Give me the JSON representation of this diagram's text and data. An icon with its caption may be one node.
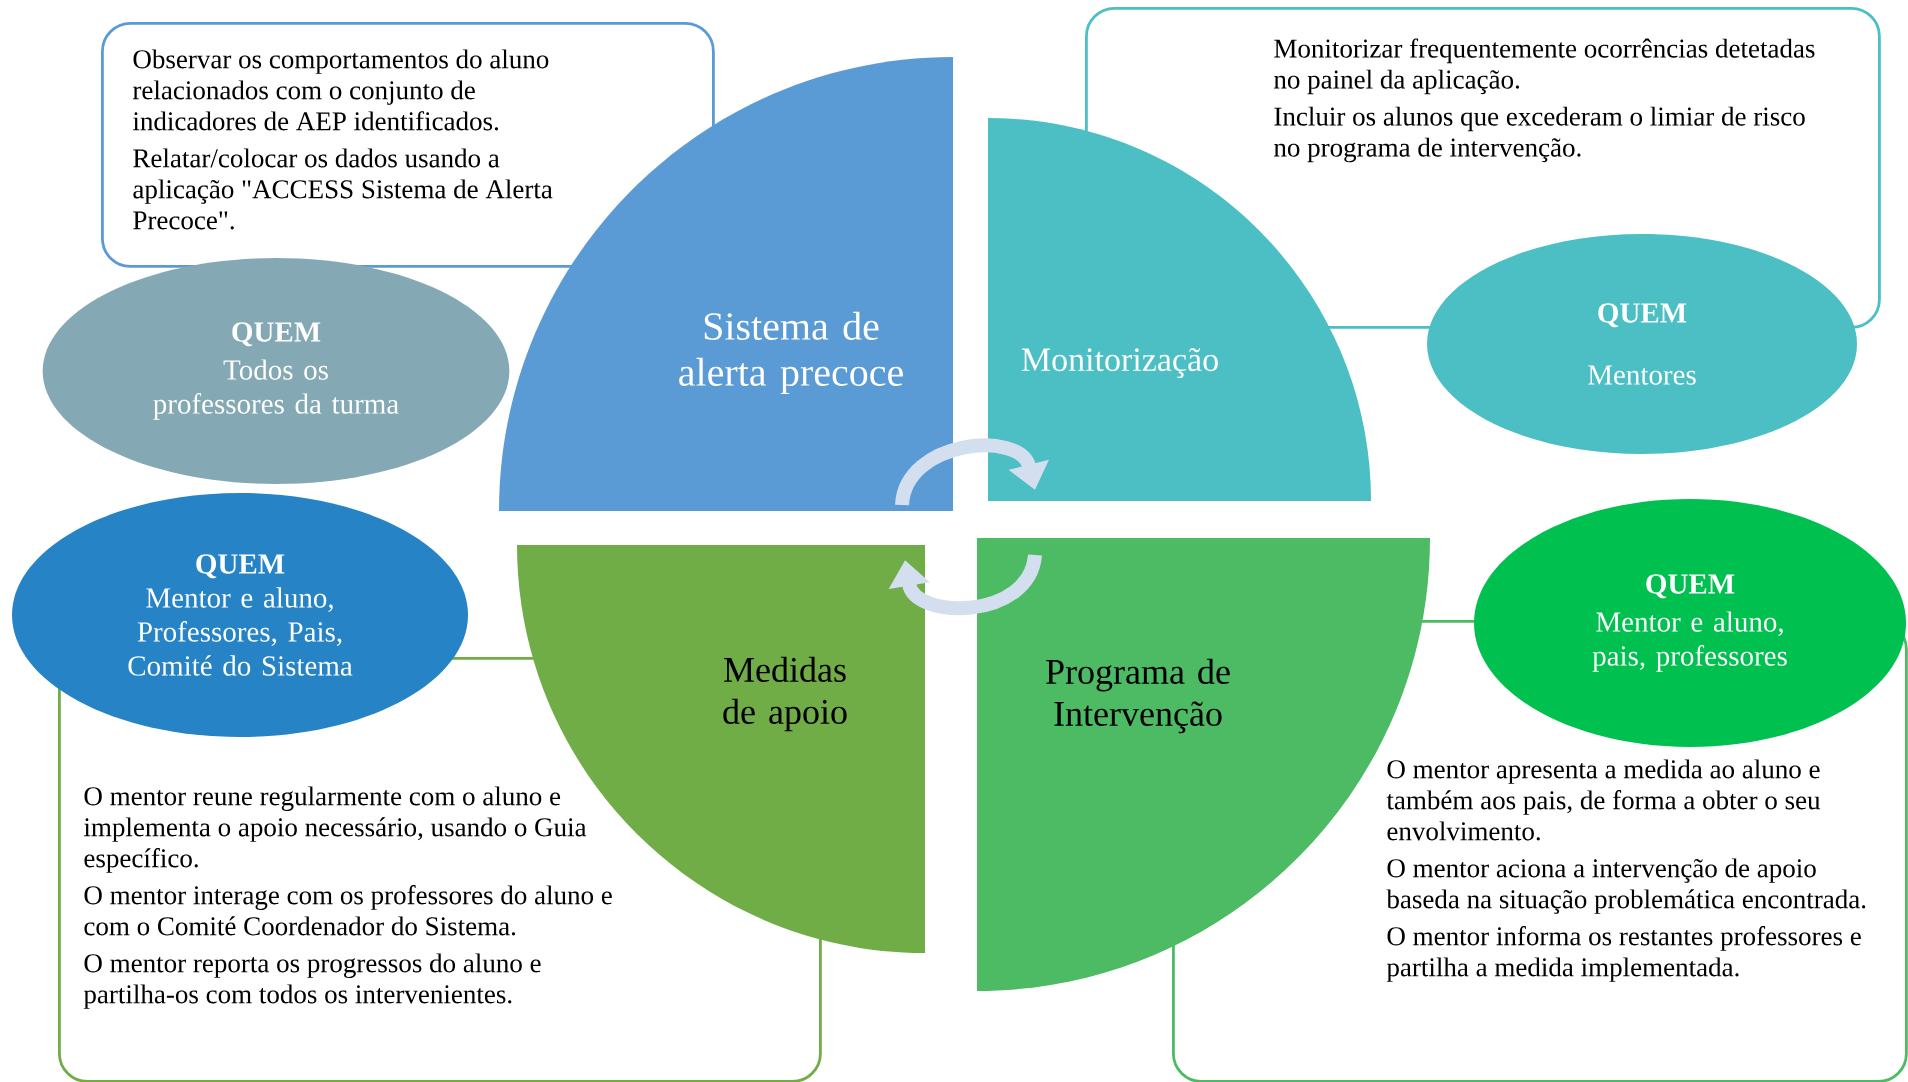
{
  "diagram": {
    "nodes": [
      {
        "text": [
          "Observar os comportamentos do aluno relacionados com o conjunto de indicadores de AEP identificados.",
          "Relatar/colocar os dados usando a aplicação \"ACCESS Sistema de Alerta Precoce\"."
        ]
      },
      {
        "text": [
          "Monitorizar frequentemente ocorrências detetadas no painel da aplicação.",
          "Incluir os alunos que excederam o limiar de risco no programa de intervenção."
        ]
      },
      {
        "text": [
          "QUEM",
          "Todos os professores da turma"
        ]
      },
      {
        "text": [
          "Sistema de alerta precoce"
        ]
      },
      {
        "text": [
          "Monitorização"
        ]
      },
      {
        "text": [
          "QUEM",
          "Mentores"
        ]
      },
      {
        "text": [
          "QUEM",
          "Mentor e aluno, Professores, Pais, Comité do Sistema"
        ]
      },
      {
        "text": [
          "Medidas de apoio"
        ]
      },
      {
        "text": [
          "Programa de Intervenção"
        ]
      },
      {
        "text": [
          "QUEM",
          "Mentor e aluno, pais, professores"
        ]
      },
      {
        "text": [
          "O mentor reune regularmente com o aluno e implementa o apoio necessário, usando o Guia específico.",
          "O mentor interage com os professores do aluno e com o Comité Coordenador do Sistema.",
          "O mentor reporta os progressos do aluno e partilha-os com todos os intervenientes."
        ]
      },
      {
        "text": [
          "O mentor apresenta a medida ao aluno e também aos pais, de forma a obter o seu envolvimento.",
          "O mentor aciona a intervenção de apoio baseda na situação problemática encontrada.",
          "O mentor informa os restantes professores e partilha a medida implementada."
        ]
      }
    ],
    "edges": [
      {
        "from": 3,
        "to": 4,
        "arrow": "to"
      },
      {
        "from": 8,
        "to": 7,
        "arrow": "to"
      }
    ]
  }
}
